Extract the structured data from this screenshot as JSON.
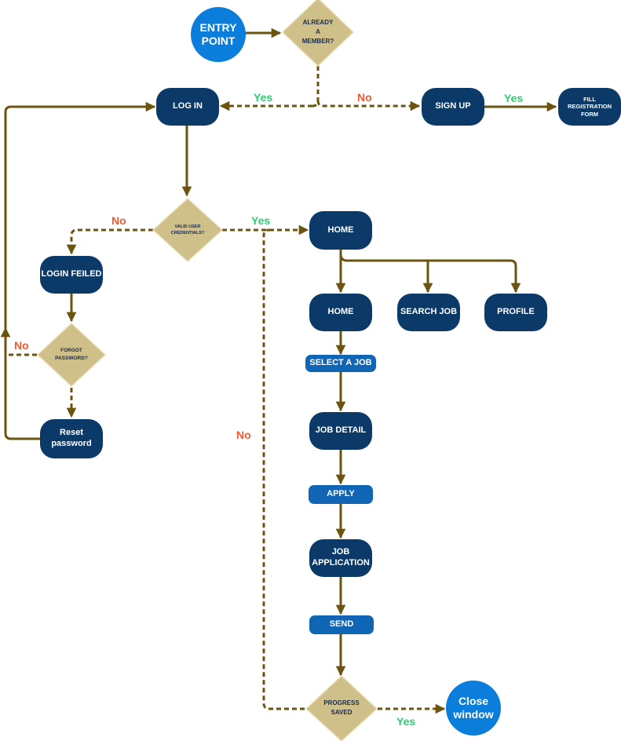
{
  "colors": {
    "process_box": "#0b3a68",
    "action_pill": "#1065b4",
    "terminal_circle": "#0b7ddb",
    "decision_fill": "#cfc08a",
    "decision_text": "#1a2a4a",
    "connector": "#6b5410",
    "yes_label": "#2ecc71",
    "no_label": "#ef5a34"
  },
  "nodes": {
    "entry_point": "ENTRY POINT",
    "already_member": "ALREADY A MEMBER?",
    "log_in": "LOG IN",
    "sign_up": "SIGN UP",
    "fill_registration": "FILL REGISTRATION FORM",
    "valid_credentials": "VALID USER CREDENTIALS?",
    "login_failed": "LOGIN FEILED",
    "forgot_password": "FORGOT PASSWORD?",
    "reset_password": "Reset password",
    "home_main": "HOME",
    "home_sub": "HOME",
    "search_job": "SEARCH JOB",
    "profile": "PROFILE",
    "select_job": "SELECT A JOB",
    "job_detail": "JOB DETAIL",
    "apply": "APPLY",
    "job_application": "JOB APPLICATION",
    "send": "SEND",
    "progress_saved": "PROGRESS SAVED",
    "close_window": "Close window"
  },
  "edge_labels": {
    "member_yes": "Yes",
    "member_no": "No",
    "signup_yes": "Yes",
    "valid_no": "No",
    "valid_yes": "Yes",
    "forgot_no": "No",
    "progress_no": "No",
    "progress_yes": "Yes"
  }
}
